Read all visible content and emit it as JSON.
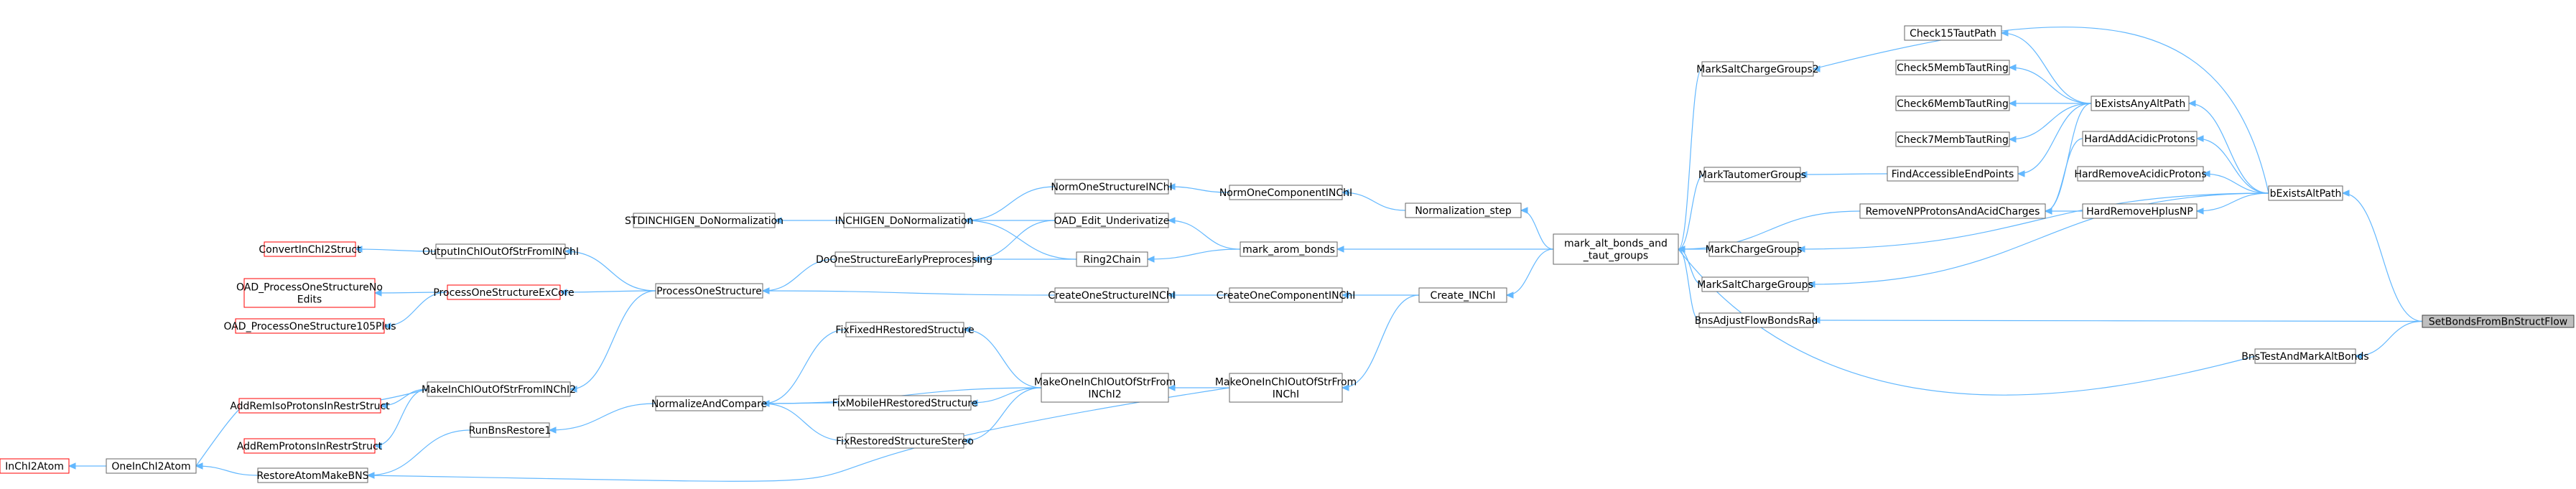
{
  "colors": {
    "edge": "#63b8ff",
    "node_border": "#666666",
    "external_border": "#ff0000",
    "root_fill": "#bfbfbf"
  },
  "nodes": [
    {
      "id": "root",
      "label": "SetBondsFromBnStructFlow",
      "kind": "root"
    },
    {
      "id": "bExistsAltPath",
      "label": "bExistsAltPath",
      "kind": "normal"
    },
    {
      "id": "bExistsAnyAltPath",
      "label": "bExistsAnyAltPath",
      "kind": "normal"
    },
    {
      "id": "Check15TautPath",
      "label": "Check15TautPath",
      "kind": "normal"
    },
    {
      "id": "Check5MembTautRing",
      "label": "Check5MembTautRing",
      "kind": "normal"
    },
    {
      "id": "Check6MembTautRing",
      "label": "Check6MembTautRing",
      "kind": "normal"
    },
    {
      "id": "Check7MembTautRing",
      "label": "Check7MembTautRing",
      "kind": "normal"
    },
    {
      "id": "FindAccessibleEndPoints",
      "label": "FindAccessibleEndPoints",
      "kind": "normal"
    },
    {
      "id": "HardAddAcidicProtons",
      "label": "HardAddAcidicProtons",
      "kind": "normal"
    },
    {
      "id": "HardRemoveAcidicProtons",
      "label": "HardRemoveAcidicProtons",
      "kind": "normal"
    },
    {
      "id": "HardRemoveHplusNP",
      "label": "HardRemoveHplusNP",
      "kind": "normal"
    },
    {
      "id": "RemoveNPProtonsAndAcidCharges",
      "label": "RemoveNPProtonsAndAcidCharges",
      "kind": "normal"
    },
    {
      "id": "MarkSaltChargeGroups2",
      "label": "MarkSaltChargeGroups2",
      "kind": "normal"
    },
    {
      "id": "MarkTautomerGroups",
      "label": "MarkTautomerGroups",
      "kind": "normal"
    },
    {
      "id": "MarkChargeGroups",
      "label": "MarkChargeGroups",
      "kind": "normal"
    },
    {
      "id": "MarkSaltChargeGroups",
      "label": "MarkSaltChargeGroups",
      "kind": "normal"
    },
    {
      "id": "BnsAdjustFlowBondsRad",
      "label": "BnsAdjustFlowBondsRad",
      "kind": "normal"
    },
    {
      "id": "BnsTestAndMarkAltBonds",
      "label": "BnsTestAndMarkAltBonds",
      "kind": "normal"
    },
    {
      "id": "mark_alt",
      "label": [
        "mark_alt_bonds_and",
        "_taut_groups"
      ],
      "kind": "normal"
    },
    {
      "id": "Normalization_step",
      "label": "Normalization_step",
      "kind": "normal"
    },
    {
      "id": "NormOneComponentINChI",
      "label": "NormOneComponentINChI",
      "kind": "normal"
    },
    {
      "id": "NormOneStructureINChI",
      "label": "NormOneStructureINChI",
      "kind": "normal"
    },
    {
      "id": "mark_arom_bonds",
      "label": "mark_arom_bonds",
      "kind": "normal"
    },
    {
      "id": "OAD_Edit_Underivatize",
      "label": "OAD_Edit_Underivatize",
      "kind": "normal"
    },
    {
      "id": "Ring2Chain",
      "label": "Ring2Chain",
      "kind": "normal"
    },
    {
      "id": "INCHIGEN_DoNormalization",
      "label": "INCHIGEN_DoNormalization",
      "kind": "normal"
    },
    {
      "id": "STDINCHIGEN_DoNormalization",
      "label": "STDINCHIGEN_DoNormalization",
      "kind": "normal"
    },
    {
      "id": "DoOneStructureEarlyPreprocessing",
      "label": "DoOneStructureEarlyPreprocessing",
      "kind": "normal"
    },
    {
      "id": "Create_INChI",
      "label": "Create_INChI",
      "kind": "normal"
    },
    {
      "id": "CreateOneComponentINChI",
      "label": "CreateOneComponentINChI",
      "kind": "normal"
    },
    {
      "id": "CreateOneStructureINChI",
      "label": "CreateOneStructureINChI",
      "kind": "normal"
    },
    {
      "id": "ProcessOneStructure",
      "label": "ProcessOneStructure",
      "kind": "normal"
    },
    {
      "id": "OutputInChIOutOfStrFromINChI",
      "label": "OutputInChIOutOfStrFromINChI",
      "kind": "normal"
    },
    {
      "id": "ConvertInChI2Struct",
      "label": "ConvertInChI2Struct",
      "kind": "external"
    },
    {
      "id": "ProcessOneStructureExCore",
      "label": "ProcessOneStructureExCore",
      "kind": "external"
    },
    {
      "id": "OAD_ProcessOneStructureNoEdits",
      "label": [
        "OAD_ProcessOneStructureNo",
        "Edits"
      ],
      "kind": "external"
    },
    {
      "id": "OAD_ProcessOneStructure105Plus",
      "label": "OAD_ProcessOneStructure105Plus",
      "kind": "external"
    },
    {
      "id": "MakeOneInChIOutOfStrFromINChI",
      "label": [
        "MakeOneInChIOutOfStrFrom",
        "INChI"
      ],
      "kind": "normal"
    },
    {
      "id": "MakeOneInChIOutOfStrFromINChI2",
      "label": [
        "MakeOneInChIOutOfStrFrom",
        "INChI2"
      ],
      "kind": "normal"
    },
    {
      "id": "FixFixedHRestoredStructure",
      "label": "FixFixedHRestoredStructure",
      "kind": "normal"
    },
    {
      "id": "FixMobileHRestoredStructure",
      "label": "FixMobileHRestoredStructure",
      "kind": "normal"
    },
    {
      "id": "FixRestoredStructureStereo",
      "label": "FixRestoredStructureStereo",
      "kind": "normal"
    },
    {
      "id": "NormalizeAndCompare",
      "label": "NormalizeAndCompare",
      "kind": "normal"
    },
    {
      "id": "RunBnsRestore1",
      "label": "RunBnsRestore1",
      "kind": "normal"
    },
    {
      "id": "MakeInChIOutOfStrFromINChI2",
      "label": "MakeInChIOutOfStrFromINChI2",
      "kind": "normal"
    },
    {
      "id": "AddRemIsoProtonsInRestrStruct",
      "label": "AddRemIsoProtonsInRestrStruct",
      "kind": "external"
    },
    {
      "id": "AddRemProtonsInRestrStruct",
      "label": "AddRemProtonsInRestrStruct",
      "kind": "external"
    },
    {
      "id": "RestoreAtomMakeBNS",
      "label": "RestoreAtomMakeBNS",
      "kind": "normal"
    },
    {
      "id": "OneInChI2Atom",
      "label": "OneInChI2Atom",
      "kind": "normal"
    },
    {
      "id": "InChI2Atom",
      "label": "InChI2Atom",
      "kind": "external"
    }
  ]
}
